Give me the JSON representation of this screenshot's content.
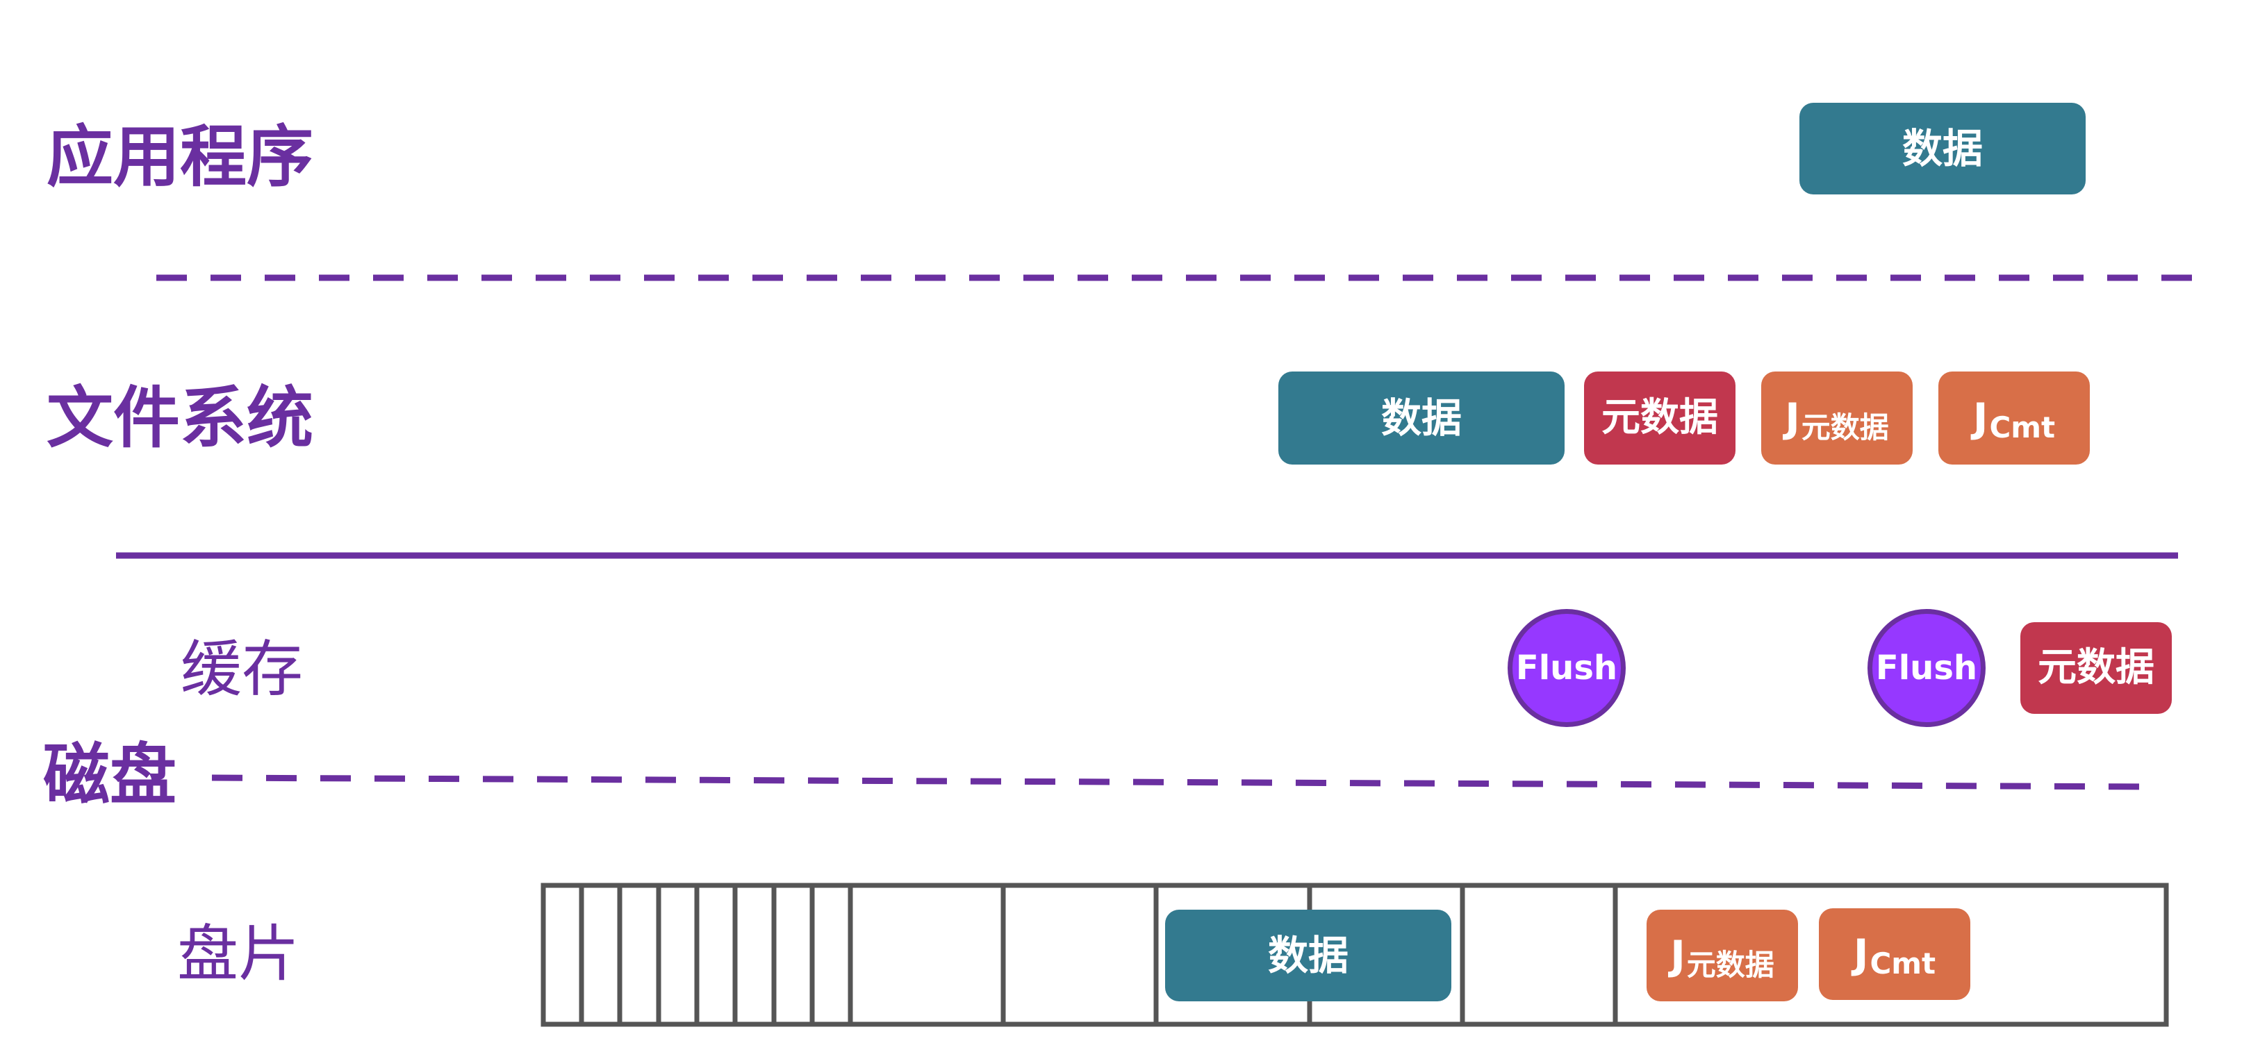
{
  "layers": {
    "application": "应用程序",
    "filesystem": "文件系统",
    "cache": "缓存",
    "disk": "磁盘",
    "platter": "盘片"
  },
  "application_row": {
    "data": "数据"
  },
  "filesystem_row": {
    "data": "数据",
    "metadata": "元数据",
    "journal_metadata": {
      "main": "J",
      "sub": "元数据"
    },
    "journal_commit": {
      "main": "J",
      "sub": "Cmt"
    }
  },
  "cache_row": {
    "flush_1": "Flush",
    "flush_2": "Flush",
    "metadata": "元数据"
  },
  "platter_row": {
    "data": "数据",
    "journal_metadata": {
      "main": "J",
      "sub": "元数据"
    },
    "journal_commit": {
      "main": "J",
      "sub": "Cmt"
    }
  },
  "colors": {
    "label": "#6a2fa0",
    "data_block": "#337a8f",
    "metadata_block": "#c1374e",
    "journal_block": "#d86f48",
    "flush_fill": "#9638ff",
    "flush_border": "#6a2fa0",
    "platter_outline": "#555555"
  }
}
